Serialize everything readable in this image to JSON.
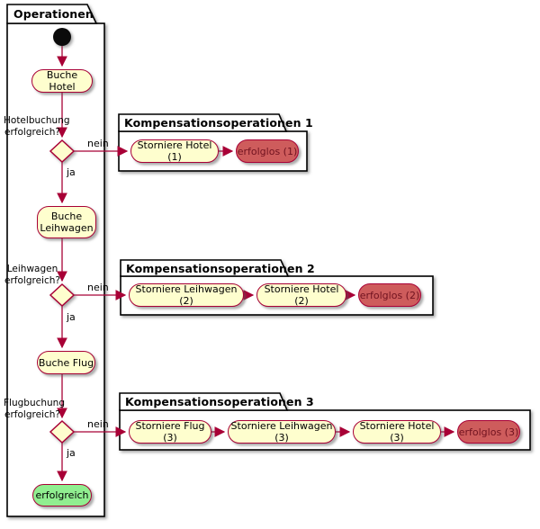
{
  "diagram": {
    "kind": "uml-activity-diagram",
    "operations_partition": {
      "title": "Operationen",
      "activities": {
        "buche_hotel": "Buche Hotel",
        "buche_leihwagen": "Buche\nLeihwagen",
        "buche_flug": "Buche Flug",
        "final_success": "erfolgreich"
      },
      "decisions": [
        {
          "question": "Hotelbuchung\nerfolgreich?",
          "yes_label": "ja",
          "no_label": "nein"
        },
        {
          "question": "Leihwagen\nerfolgreich?",
          "yes_label": "ja",
          "no_label": "nein"
        },
        {
          "question": "Flugbuchung\nerfolgreich?",
          "yes_label": "ja",
          "no_label": "nein"
        }
      ]
    },
    "compensation_partitions": [
      {
        "title": "Kompensationsoperationen 1",
        "steps": [
          "Storniere Hotel (1)"
        ],
        "terminal": "erfolglos (1)"
      },
      {
        "title": "Kompensationsoperationen 2",
        "steps": [
          "Storniere Leihwagen (2)",
          "Storniere Hotel (2)"
        ],
        "terminal": "erfolglos (2)"
      },
      {
        "title": "Kompensationsoperationen 3",
        "steps": [
          "Storniere Flug (3)",
          "Storniere Leihwagen (3)",
          "Storniere Hotel (3)"
        ],
        "terminal": "erfolglos (3)"
      }
    ],
    "colors": {
      "activity_fill": "#FEFECE",
      "activity_border": "#A80036",
      "arrow": "#A80036",
      "fail_fill": "#CE5C5C",
      "fail_text": "#70121F",
      "success_fill": "#90EE90",
      "frame_border": "#000000"
    }
  }
}
